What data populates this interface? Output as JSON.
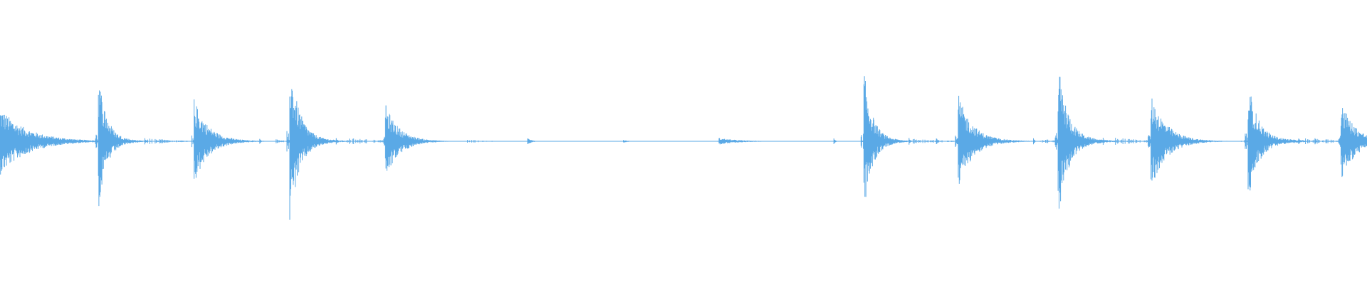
{
  "waveform": {
    "color": "#5aa9e6",
    "events": [
      {
        "t": 0.0,
        "amp": 0.3,
        "decay": 0.02,
        "tail": 0.035
      },
      {
        "t": 0.072,
        "amp": 0.62,
        "decay": 0.006,
        "tail": 0.03
      },
      {
        "t": 0.142,
        "amp": 0.38,
        "decay": 0.01,
        "tail": 0.04
      },
      {
        "t": 0.212,
        "amp": 0.72,
        "decay": 0.007,
        "tail": 0.035
      },
      {
        "t": 0.282,
        "amp": 0.33,
        "decay": 0.01,
        "tail": 0.025
      },
      {
        "t": 0.386,
        "amp": 0.03,
        "decay": 0.003,
        "tail": 0.01
      },
      {
        "t": 0.456,
        "amp": 0.015,
        "decay": 0.003,
        "tail": 0.015
      },
      {
        "t": 0.526,
        "amp": 0.03,
        "decay": 0.015,
        "tail": 0.015
      },
      {
        "t": 0.632,
        "amp": 0.64,
        "decay": 0.006,
        "tail": 0.03
      },
      {
        "t": 0.701,
        "amp": 0.42,
        "decay": 0.01,
        "tail": 0.045
      },
      {
        "t": 0.774,
        "amp": 0.7,
        "decay": 0.007,
        "tail": 0.04
      },
      {
        "t": 0.842,
        "amp": 0.42,
        "decay": 0.011,
        "tail": 0.035
      },
      {
        "t": 0.913,
        "amp": 0.55,
        "decay": 0.007,
        "tail": 0.06
      },
      {
        "t": 0.981,
        "amp": 0.38,
        "decay": 0.01,
        "tail": 0.02
      }
    ],
    "tiny_ticks": [
      0.106,
      0.19,
      0.246,
      0.53,
      0.61,
      0.685,
      0.665,
      0.756,
      0.807,
      0.95,
      0.962
    ]
  }
}
